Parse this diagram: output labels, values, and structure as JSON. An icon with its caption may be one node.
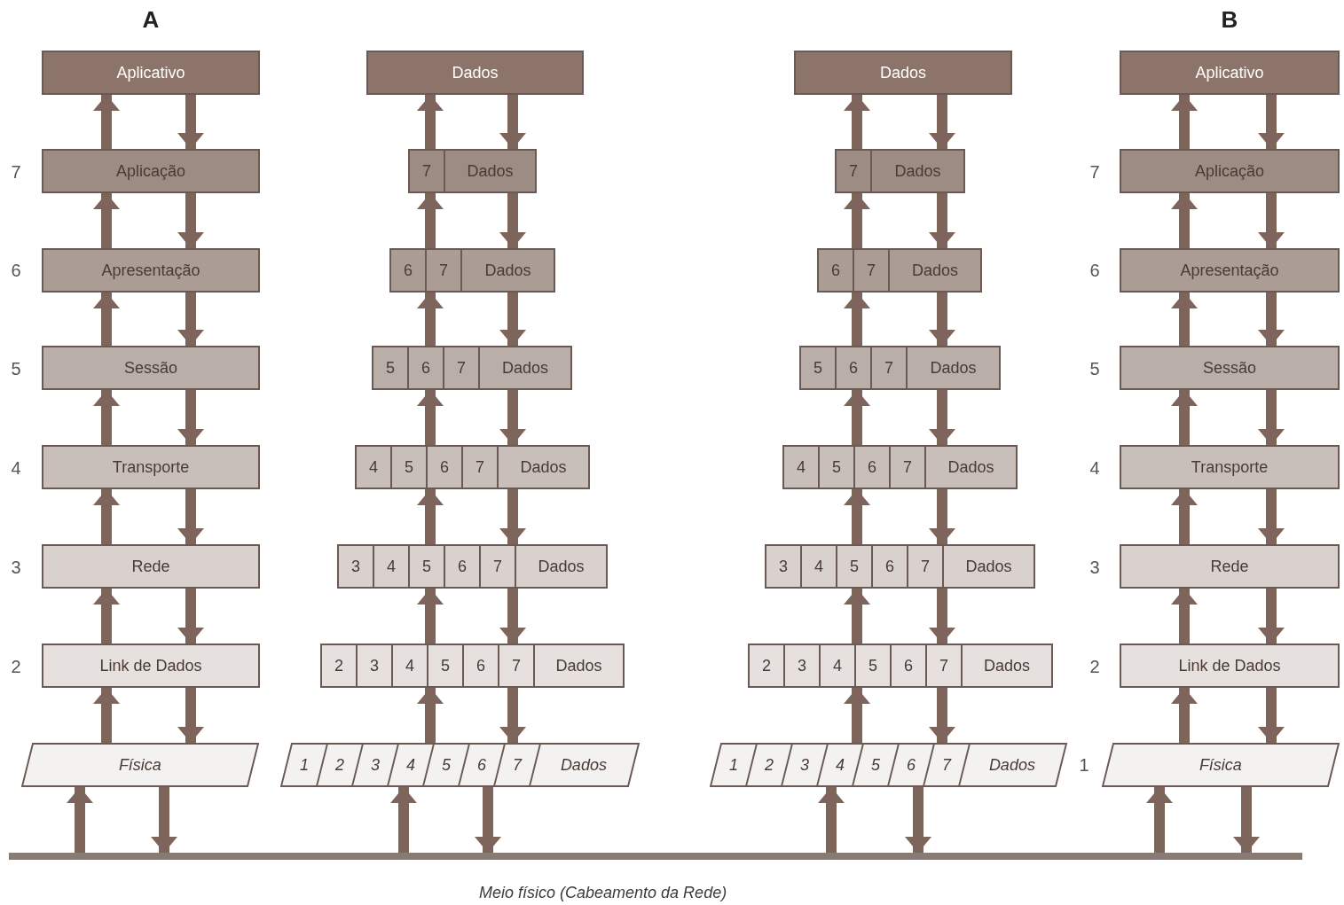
{
  "diagram": {
    "nodes": [
      {
        "text": [
          "Aplicativo"
        ]
      },
      {
        "text": [
          "Aplicação"
        ]
      },
      {
        "text": [
          "Apresentação"
        ]
      },
      {
        "text": [
          "Sessão"
        ]
      },
      {
        "text": [
          "Transporte"
        ]
      },
      {
        "text": [
          "Rede"
        ]
      },
      {
        "text": [
          "Link de Dados"
        ]
      },
      {
        "text": [
          "Física"
        ]
      },
      {
        "text": [
          "Dados"
        ]
      },
      {
        "text": [
          "7",
          "Dados"
        ]
      },
      {
        "text": [
          "6",
          "7",
          "Dados"
        ]
      },
      {
        "text": [
          "5",
          "6",
          "7",
          "Dados"
        ]
      },
      {
        "text": [
          "4",
          "5",
          "6",
          "7",
          "Dados"
        ]
      },
      {
        "text": [
          "3",
          "4",
          "5",
          "6",
          "7",
          "Dados"
        ]
      },
      {
        "text": [
          "2",
          "3",
          "4",
          "5",
          "6",
          "7",
          "Dados"
        ]
      },
      {
        "text": [
          "1",
          "2",
          "3",
          "4",
          "5",
          "6",
          "7",
          "Dados"
        ]
      },
      {
        "text": [
          "Dados"
        ]
      },
      {
        "text": [
          "7",
          "Dados"
        ]
      },
      {
        "text": [
          "6",
          "7",
          "Dados"
        ]
      },
      {
        "text": [
          "5",
          "6",
          "7",
          "Dados"
        ]
      },
      {
        "text": [
          "4",
          "5",
          "6",
          "7",
          "Dados"
        ]
      },
      {
        "text": [
          "3",
          "4",
          "5",
          "6",
          "7",
          "Dados"
        ]
      },
      {
        "text": [
          "2",
          "3",
          "4",
          "5",
          "6",
          "7",
          "Dados"
        ]
      },
      {
        "text": [
          "1",
          "2",
          "3",
          "4",
          "5",
          "6",
          "7",
          "Dados"
        ]
      },
      {
        "text": [
          "Aplicativo"
        ]
      },
      {
        "text": [
          "Aplicação"
        ]
      },
      {
        "text": [
          "Apresentação"
        ]
      },
      {
        "text": [
          "Sessão"
        ]
      },
      {
        "text": [
          "Transporte"
        ]
      },
      {
        "text": [
          "Rede"
        ]
      },
      {
        "text": [
          "Link de Dados"
        ]
      },
      {
        "text": [
          "Física"
        ]
      },
      {
        "text": [
          "Meio físico (Cabeamento da Rede)"
        ]
      }
    ],
    "edges": [
      {
        "from": 1,
        "to": 0,
        "arrow": "to"
      },
      {
        "from": 0,
        "to": 1,
        "arrow": "to"
      },
      {
        "from": 2,
        "to": 1,
        "arrow": "to"
      },
      {
        "from": 1,
        "to": 2,
        "arrow": "to"
      },
      {
        "from": 3,
        "to": 2,
        "arrow": "to"
      },
      {
        "from": 2,
        "to": 3,
        "arrow": "to"
      },
      {
        "from": 4,
        "to": 3,
        "arrow": "to"
      },
      {
        "from": 3,
        "to": 4,
        "arrow": "to"
      },
      {
        "from": 5,
        "to": 4,
        "arrow": "to"
      },
      {
        "from": 4,
        "to": 5,
        "arrow": "to"
      },
      {
        "from": 6,
        "to": 5,
        "arrow": "to"
      },
      {
        "from": 5,
        "to": 6,
        "arrow": "to"
      },
      {
        "from": 7,
        "to": 6,
        "arrow": "to"
      },
      {
        "from": 6,
        "to": 7,
        "arrow": "to"
      },
      {
        "from": 32,
        "to": 7,
        "arrow": "to"
      },
      {
        "from": 7,
        "to": 32,
        "arrow": "to"
      },
      {
        "from": 9,
        "to": 8,
        "arrow": "to"
      },
      {
        "from": 8,
        "to": 9,
        "arrow": "to"
      },
      {
        "from": 10,
        "to": 9,
        "arrow": "to"
      },
      {
        "from": 9,
        "to": 10,
        "arrow": "to"
      },
      {
        "from": 11,
        "to": 10,
        "arrow": "to"
      },
      {
        "from": 10,
        "to": 11,
        "arrow": "to"
      },
      {
        "from": 12,
        "to": 11,
        "arrow": "to"
      },
      {
        "from": 11,
        "to": 12,
        "arrow": "to"
      },
      {
        "from": 13,
        "to": 12,
        "arrow": "to"
      },
      {
        "from": 12,
        "to": 13,
        "arrow": "to"
      },
      {
        "from": 14,
        "to": 13,
        "arrow": "to"
      },
      {
        "from": 13,
        "to": 14,
        "arrow": "to"
      },
      {
        "from": 15,
        "to": 14,
        "arrow": "to"
      },
      {
        "from": 14,
        "to": 15,
        "arrow": "to"
      },
      {
        "from": 32,
        "to": 15,
        "arrow": "to"
      },
      {
        "from": 15,
        "to": 32,
        "arrow": "to"
      },
      {
        "from": 17,
        "to": 16,
        "arrow": "to"
      },
      {
        "from": 16,
        "to": 17,
        "arrow": "to"
      },
      {
        "from": 18,
        "to": 17,
        "arrow": "to"
      },
      {
        "from": 17,
        "to": 18,
        "arrow": "to"
      },
      {
        "from": 19,
        "to": 18,
        "arrow": "to"
      },
      {
        "from": 18,
        "to": 19,
        "arrow": "to"
      },
      {
        "from": 20,
        "to": 19,
        "arrow": "to"
      },
      {
        "from": 19,
        "to": 20,
        "arrow": "to"
      },
      {
        "from": 21,
        "to": 20,
        "arrow": "to"
      },
      {
        "from": 20,
        "to": 21,
        "arrow": "to"
      },
      {
        "from": 22,
        "to": 21,
        "arrow": "to"
      },
      {
        "from": 21,
        "to": 22,
        "arrow": "to"
      },
      {
        "from": 23,
        "to": 22,
        "arrow": "to"
      },
      {
        "from": 22,
        "to": 23,
        "arrow": "to"
      },
      {
        "from": 32,
        "to": 23,
        "arrow": "to"
      },
      {
        "from": 23,
        "to": 32,
        "arrow": "to"
      },
      {
        "from": 25,
        "to": 24,
        "arrow": "to"
      },
      {
        "from": 24,
        "to": 25,
        "arrow": "to"
      },
      {
        "from": 26,
        "to": 25,
        "arrow": "to"
      },
      {
        "from": 25,
        "to": 26,
        "arrow": "to"
      },
      {
        "from": 27,
        "to": 26,
        "arrow": "to"
      },
      {
        "from": 26,
        "to": 27,
        "arrow": "to"
      },
      {
        "from": 28,
        "to": 27,
        "arrow": "to"
      },
      {
        "from": 27,
        "to": 28,
        "arrow": "to"
      },
      {
        "from": 29,
        "to": 28,
        "arrow": "to"
      },
      {
        "from": 28,
        "to": 29,
        "arrow": "to"
      },
      {
        "from": 30,
        "to": 29,
        "arrow": "to"
      },
      {
        "from": 29,
        "to": 30,
        "arrow": "to"
      },
      {
        "from": 31,
        "to": 30,
        "arrow": "to"
      },
      {
        "from": 30,
        "to": 31,
        "arrow": "to"
      },
      {
        "from": 32,
        "to": 31,
        "arrow": "to"
      },
      {
        "from": 31,
        "to": 32,
        "arrow": "to"
      }
    ],
    "labels": [
      "A",
      "B",
      "7",
      "7",
      "6",
      "6",
      "5",
      "5",
      "4",
      "4",
      "3",
      "3",
      "2",
      "2",
      "1"
    ]
  }
}
